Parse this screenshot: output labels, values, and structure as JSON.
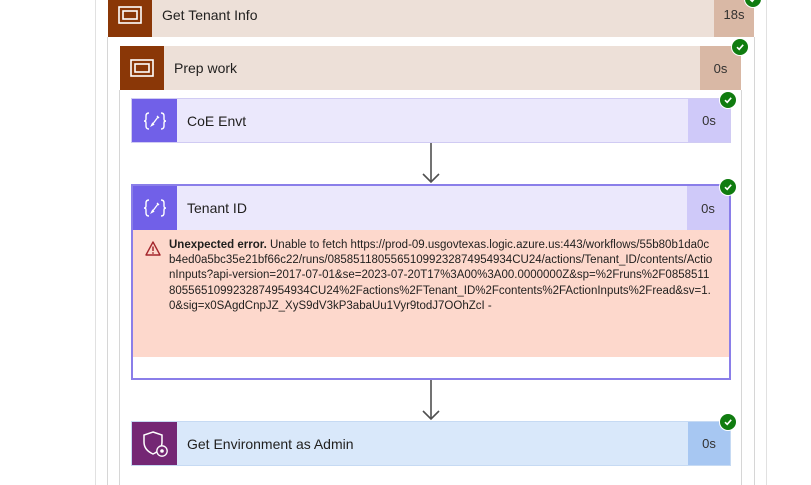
{
  "scopes": {
    "outer": {
      "title": "Get Tenant Info",
      "duration": "18s"
    },
    "inner": {
      "title": "Prep work",
      "duration": "0s"
    }
  },
  "actions": {
    "coe_envt": {
      "title": "CoE Envt",
      "duration": "0s"
    },
    "tenant_id": {
      "title": "Tenant ID",
      "duration": "0s",
      "error_title": "Unexpected error.",
      "error_message": " Unable to fetch https://prod-09.usgovtexas.logic.azure.us:443/workflows/55b80b1da0cb4ed0a5bc35e21bf66c22/runs/08585118055651099232874954934CU24/actions/Tenant_ID/contents/ActionInputs?api-version=2017-07-01&se=2023-07-20T17%3A00%3A00.0000000Z&sp=%2Fruns%2F08585118055651099232874954934CU24%2Factions%2FTenant_ID%2Fcontents%2FActionInputs%2Fread&sv=1.0&sig=x0SAgdCnpJZ_XyS9dV3kP3abaUu1Vyr9todJ7OOhZcI -"
    },
    "get_env_admin": {
      "title": "Get Environment as Admin",
      "duration": "0s"
    }
  },
  "colors": {
    "scope_dark": "#8a3707",
    "scope_light": "#ede0d8",
    "scope_duration": "#d9b8a5",
    "variable_purple": "#7160e8",
    "variable_light": "#ebe8fc",
    "variable_duration": "#cfc9f9",
    "admin_purple": "#742774",
    "admin_light": "#d9e8fa",
    "admin_duration": "#a7c7f2",
    "success_green": "#107c10",
    "error_bg": "#fdd8cc"
  }
}
